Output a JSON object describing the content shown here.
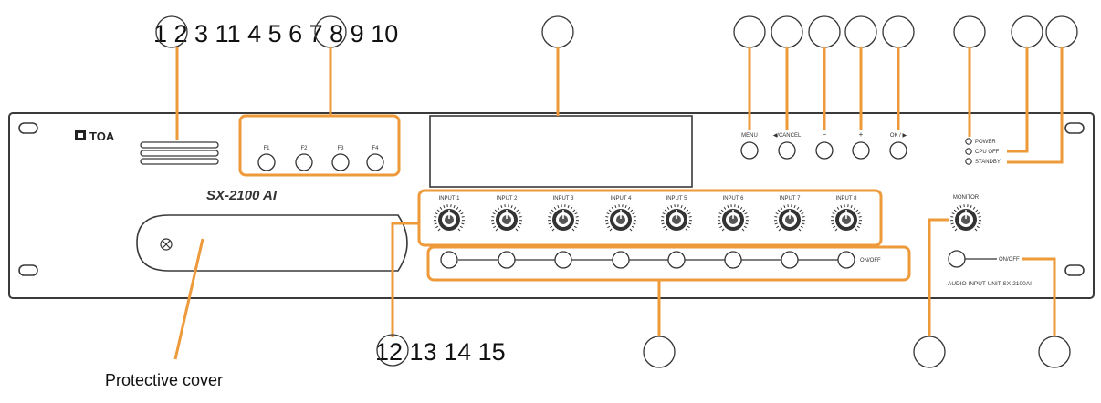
{
  "colors": {
    "leader": "#ee9a3a",
    "outline": "#3a3a3a",
    "panel": "#ffffff",
    "ink": "#111111"
  },
  "numbers_top": [
    "1",
    "2",
    "3",
    "11",
    "4",
    "5",
    "6",
    "7",
    "8",
    "9",
    "10"
  ],
  "numbers_bottom": [
    "12",
    "13",
    "14",
    "15"
  ],
  "caption": "Protective cover",
  "brand": "TOA",
  "model": "SX-2100 AI",
  "function_keys": [
    "F1",
    "F2",
    "F3",
    "F4"
  ],
  "nav_keys": [
    "MENU",
    "◀/CANCEL",
    "−",
    "+",
    "OK / ▶"
  ],
  "indicators": [
    "POWER",
    "CPU OFF",
    "STANDBY"
  ],
  "inputs": [
    "INPUT 1",
    "INPUT 2",
    "INPUT 3",
    "INPUT 4",
    "INPUT 5",
    "INPUT 6",
    "INPUT 7",
    "INPUT 8"
  ],
  "onoff": "ON/OFF",
  "monitor": "MONITOR",
  "monitor_onoff": "ON/OFF",
  "unit_label": "AUDIO INPUT UNIT SX-2100AI"
}
